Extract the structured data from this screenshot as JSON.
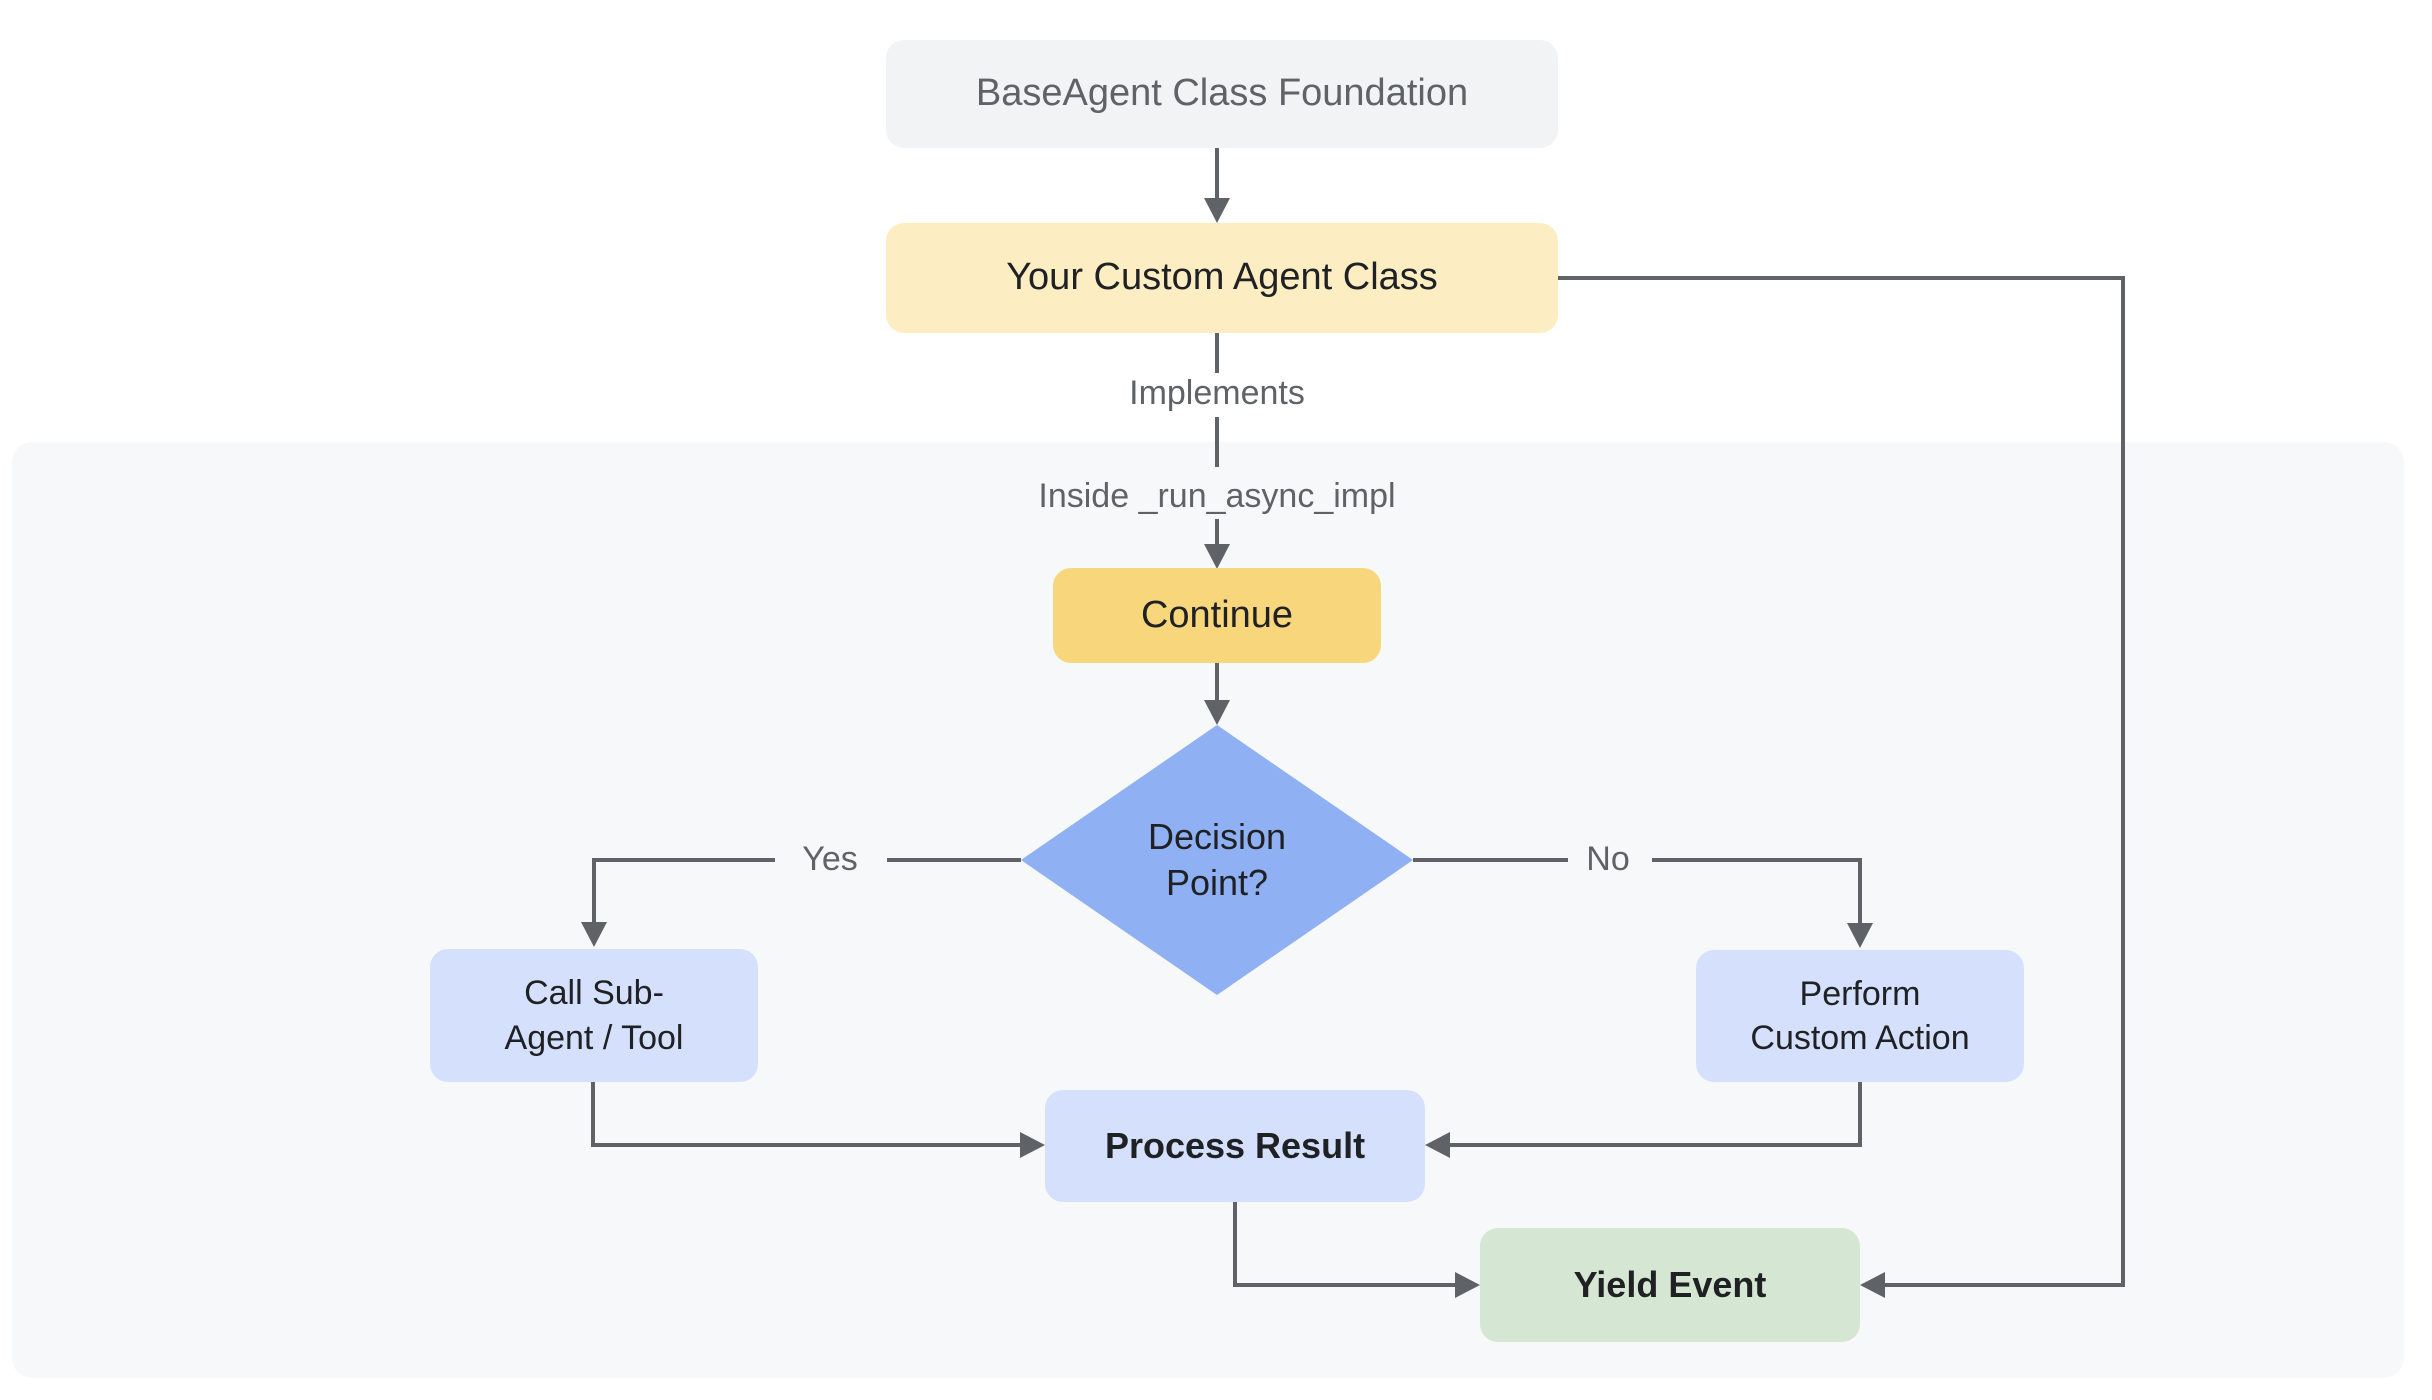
{
  "diagram": {
    "type": "flowchart",
    "nodes": {
      "foundation": {
        "label": "BaseAgent Class Foundation",
        "shape": "rounded-rect",
        "fill": "gray_node"
      },
      "custom_agent": {
        "label": "Your Custom Agent Class",
        "shape": "rounded-rect",
        "fill": "pale_yellow"
      },
      "continue": {
        "label": "Continue",
        "shape": "rounded-rect",
        "fill": "gold"
      },
      "decision": {
        "lines": [
          "Decision",
          "Point?"
        ],
        "shape": "diamond",
        "fill": "blue"
      },
      "call_sub_agent": {
        "lines": [
          "Call Sub-",
          "Agent / Tool"
        ],
        "shape": "rounded-rect",
        "fill": "light_blue"
      },
      "perform_custom_action": {
        "lines": [
          "Perform",
          "Custom Action"
        ],
        "shape": "rounded-rect",
        "fill": "light_blue"
      },
      "process_result": {
        "label": "Process Result",
        "shape": "rounded-rect",
        "fill": "light_blue"
      },
      "yield_event": {
        "label": "Yield Event",
        "shape": "rounded-rect",
        "fill": "green"
      }
    },
    "edge_labels": {
      "implements": "Implements",
      "inside_run_async_impl": "Inside _run_async_impl",
      "yes": "Yes",
      "no": "No"
    },
    "edges": [
      {
        "from": "foundation",
        "to": "custom_agent"
      },
      {
        "from": "custom_agent",
        "to": "continue",
        "label": "Implements",
        "via": "Inside _run_async_impl"
      },
      {
        "from": "continue",
        "to": "decision"
      },
      {
        "from": "decision",
        "to": "call_sub_agent",
        "label": "Yes"
      },
      {
        "from": "decision",
        "to": "perform_custom_action",
        "label": "No"
      },
      {
        "from": "call_sub_agent",
        "to": "process_result"
      },
      {
        "from": "perform_custom_action",
        "to": "process_result"
      },
      {
        "from": "process_result",
        "to": "yield_event"
      },
      {
        "from": "custom_agent",
        "to": "yield_event"
      }
    ]
  },
  "colors": {
    "page_bg": "#ffffff",
    "panel": "#f7f8fa",
    "gray_node": "#f1f3f4",
    "gray_text": "#5f6368",
    "pale_yellow": "#fceec2",
    "gold": "#f8d77c",
    "blue": "#8fb0f2",
    "light_blue": "#d5e1fc",
    "green": "#d5e7d3",
    "line": "#5f6368",
    "dark_text": "#202124"
  }
}
